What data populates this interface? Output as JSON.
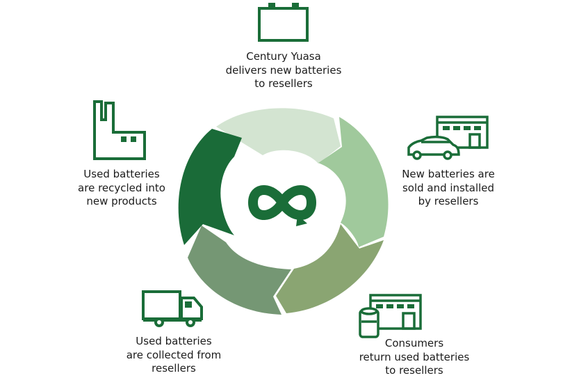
{
  "colors": {
    "icon_green": "#1a6d38",
    "segment_top": "#d3e4d1",
    "segment_right": "#a0c99c",
    "segment_bottom_right": "#8aa572",
    "segment_bottom_left": "#759774",
    "segment_left": "#1a6b38",
    "center_logo": "#1a6d38"
  },
  "cycle": {
    "center_icon": "recycle-loop-icon",
    "steps": [
      {
        "icon": "car-battery-icon",
        "lines": [
          "Century Yuasa",
          "delivers new batteries",
          "to resellers"
        ]
      },
      {
        "icon": "car-at-store-icon",
        "lines": [
          "New batteries are",
          "sold and installed",
          "by resellers"
        ]
      },
      {
        "icon": "battery-at-store-icon",
        "lines": [
          "Consumers",
          "return used batteries",
          "to resellers"
        ]
      },
      {
        "icon": "delivery-truck-icon",
        "lines": [
          "Used batteries",
          "are collected from",
          "resellers"
        ]
      },
      {
        "icon": "factory-icon",
        "lines": [
          "Used batteries",
          "are recycled into",
          "new products"
        ]
      }
    ]
  }
}
